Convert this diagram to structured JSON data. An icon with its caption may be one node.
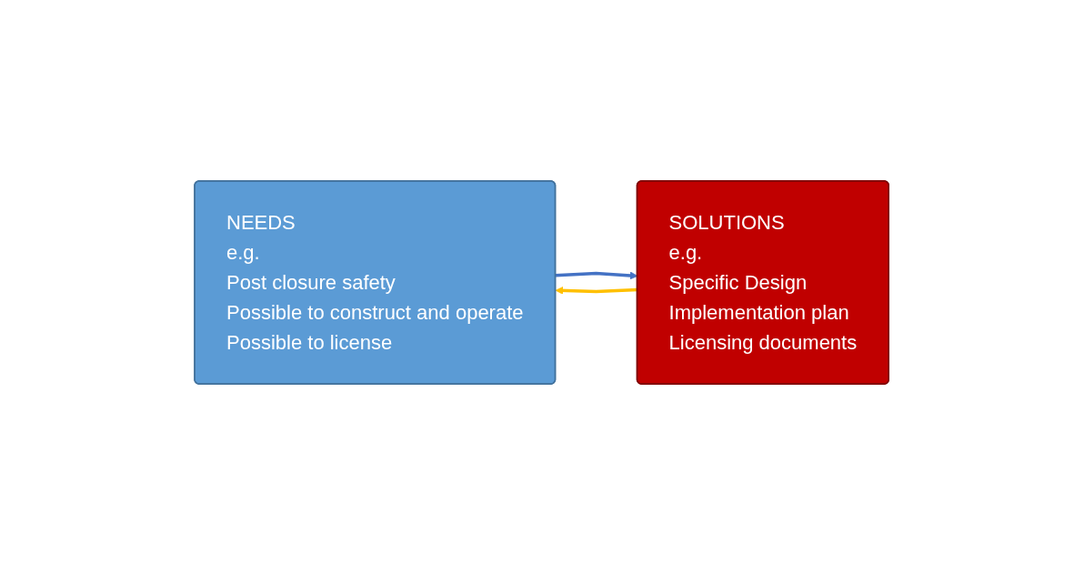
{
  "diagram": {
    "nodes": [
      {
        "text": [
          "NEEDS",
          "e.g.",
          "Post closure safety",
          "Possible to construct and operate",
          "Possible to license"
        ]
      },
      {
        "text": [
          "SOLUTIONS",
          "e.g.",
          "Specific Design",
          "Implementation plan",
          "Licensing documents"
        ]
      }
    ],
    "edges": [
      {
        "from": 0,
        "to": 1,
        "arrow": "to",
        "color": "#4472c4"
      },
      {
        "from": 1,
        "to": 0,
        "arrow": "to",
        "color": "#ffc000"
      }
    ]
  }
}
